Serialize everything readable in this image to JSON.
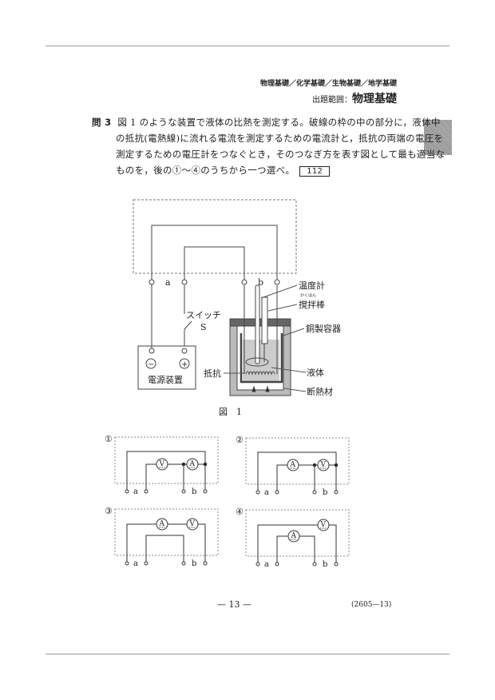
{
  "header": {
    "subjects": "物理基礎／化学基礎／生物基礎／地学基礎",
    "scope_label": "出題範囲：",
    "scope_value": "物理基礎"
  },
  "question": {
    "number": "問 3",
    "lines": [
      "図 1 のような装置で液体の比熱を測定する。破線の枠の中の部分に，液体中",
      "の抵抗(電熱線)に流れる電流を測定するための電流計と，抵抗の両端の電圧を",
      "測定するための電圧計をつなぐとき，そのつなぎ方を表す図として最も適当な",
      "ものを，後の①～④のうちから一つ選べ。"
    ],
    "answer_box": "112"
  },
  "figure1": {
    "caption": "図　1",
    "terminal_a": "a",
    "terminal_b": "b",
    "switch_label": "スイッチ",
    "switch_symbol": "S",
    "power_supply": "電源装置",
    "minus": "−",
    "plus": "+",
    "thermometer": "温度計",
    "stirrer": "撹拌棒",
    "stirrer_ruby": "かくはん",
    "copper_container": "銅製容器",
    "liquid": "液体",
    "resistor": "抵抗",
    "insulation": "断熱材"
  },
  "choices": [
    {
      "label": "①",
      "meters": [
        "V",
        "A"
      ],
      "a": "a",
      "b": "b"
    },
    {
      "label": "②",
      "meters": [
        "A",
        "V"
      ],
      "a": "a",
      "b": "b"
    },
    {
      "label": "③",
      "meters": [
        "A",
        "V"
      ],
      "a": "a",
      "b": "b"
    },
    {
      "label": "④",
      "meters": [
        "A",
        "V"
      ],
      "a": "a",
      "b": "b"
    }
  ],
  "footer": {
    "page": "— 13 —",
    "code": "(2605—13)"
  }
}
